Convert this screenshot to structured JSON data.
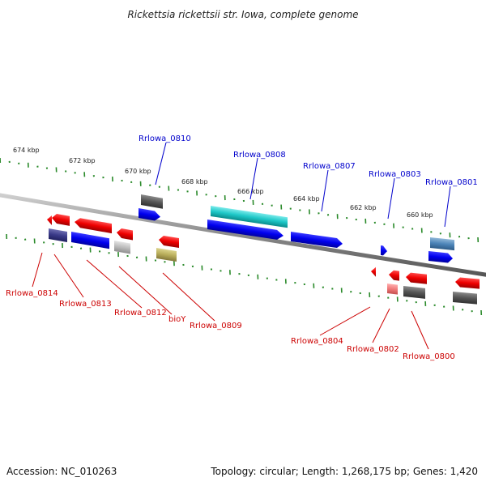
{
  "title": "Rickettsia rickettsii str. Iowa, complete genome",
  "footer": {
    "accession": "Accession: NC_010263",
    "topology": "Topology: circular; Length: 1,268,175 bp; Genes: 1,420"
  },
  "kbp_labels": [
    "674 kbp",
    "672 kbp",
    "670 kbp",
    "668 kbp",
    "666 kbp",
    "664 kbp",
    "662 kbp",
    "660 kbp"
  ],
  "genes_top": [
    "Rrlowa_0810",
    "Rrlowa_0808",
    "Rrlowa_0807",
    "Rrlowa_0803",
    "Rrlowa_0801"
  ],
  "genes_bottom": [
    "Rrlowa_0814",
    "Rrlowa_0813",
    "Rrlowa_0812",
    "bioY",
    "Rrlowa_0809",
    "Rrlowa_0804",
    "Rrlowa_0802",
    "Rrlowa_0800"
  ],
  "colors": {
    "forward_strand_label": "#0000cc",
    "reverse_strand_label": "#cc0000",
    "tick": "#2a8a2a",
    "backbone": "#888888"
  }
}
